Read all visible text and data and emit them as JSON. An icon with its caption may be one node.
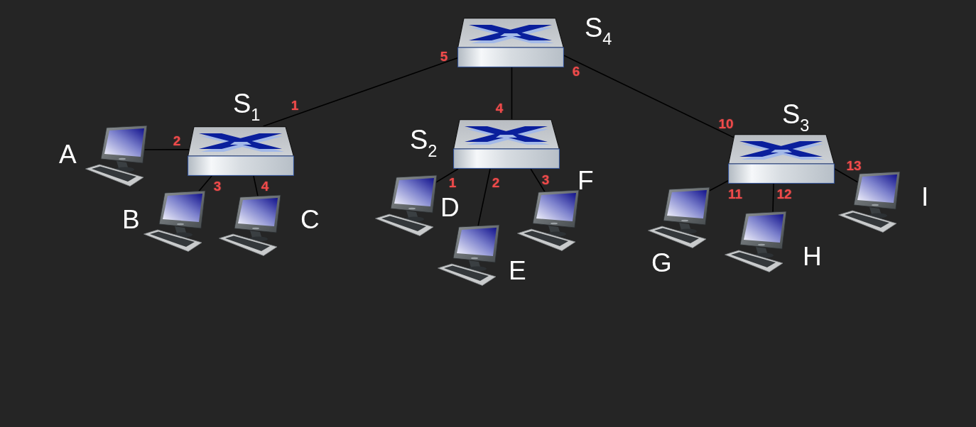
{
  "diagram": {
    "nodes": [
      {
        "text": [],
        "shape": "picture",
        "beside": [
          "S$_{4}$"
        ]
      },
      {
        "text": [],
        "shape": "picture",
        "beside": [
          "S$_{1}$"
        ]
      },
      {
        "text": [],
        "shape": "picture",
        "beside": [
          "S$_{2}$"
        ]
      },
      {
        "text": [],
        "shape": "picture",
        "beside": [
          "S$_{3}$"
        ]
      },
      {
        "text": [],
        "shape": "picture",
        "beside": [
          "A"
        ]
      },
      {
        "text": [],
        "shape": "picture",
        "beside": [
          "B"
        ]
      },
      {
        "text": [],
        "shape": "picture",
        "beside": [
          "C"
        ]
      },
      {
        "text": [],
        "shape": "picture",
        "beside": [
          "D"
        ]
      },
      {
        "text": [],
        "shape": "picture",
        "beside": [
          "E"
        ]
      },
      {
        "text": [],
        "shape": "picture",
        "beside": [
          "F"
        ]
      },
      {
        "text": [],
        "shape": "picture",
        "beside": [
          "G"
        ]
      },
      {
        "text": [],
        "shape": "picture",
        "beside": [
          "H"
        ]
      },
      {
        "text": [],
        "shape": "picture",
        "beside": [
          "I"
        ]
      }
    ],
    "edges": [
      {
        "from": 0,
        "to": 1,
        "arrow": "none"
      },
      {
        "from": 0,
        "to": 2,
        "arrow": "none"
      },
      {
        "from": 0,
        "to": 3,
        "arrow": "none"
      },
      {
        "from": 1,
        "to": 4,
        "arrow": "none"
      },
      {
        "from": 1,
        "to": 5,
        "arrow": "none"
      },
      {
        "from": 1,
        "to": 6,
        "arrow": "none"
      },
      {
        "from": 2,
        "to": 7,
        "arrow": "none"
      },
      {
        "from": 2,
        "to": 8,
        "arrow": "none"
      },
      {
        "from": 2,
        "to": 9,
        "arrow": "none"
      },
      {
        "from": 3,
        "to": 10,
        "arrow": "none"
      },
      {
        "from": 3,
        "to": 11,
        "arrow": "none"
      },
      {
        "from": 3,
        "to": 12,
        "arrow": "none"
      }
    ],
    "labels": [
      "5",
      "6",
      "1",
      "2",
      "3",
      "4",
      "4",
      "1",
      "2",
      "3",
      "10",
      "11",
      "12",
      "13"
    ]
  }
}
